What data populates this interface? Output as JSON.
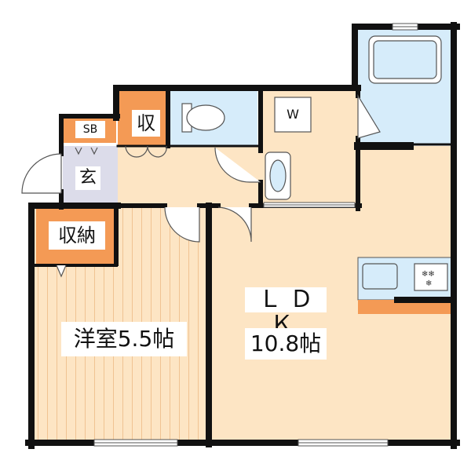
{
  "rooms": {
    "ldk": {
      "name": "ＬＤＫ",
      "size": "10.8帖"
    },
    "western_room": {
      "label": "洋室5.5帖"
    },
    "closet_large": {
      "label": "収納"
    },
    "closet_small": {
      "label": "収"
    },
    "shoe_box": {
      "label": "SB"
    },
    "entrance": {
      "label": "玄"
    },
    "washer": {
      "label": "W"
    }
  },
  "colors": {
    "wall": "#111111",
    "floor_wood": "#fde5c4",
    "floor_stripe": "#f3c79a",
    "wet_area": "#d6ecfa",
    "closet": "#f49a55",
    "entrance_floor": "#dcdcea"
  }
}
